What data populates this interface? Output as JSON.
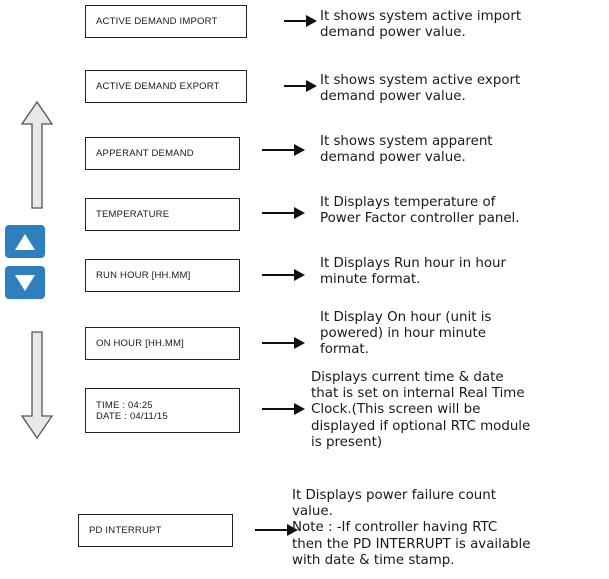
{
  "rows": [
    {
      "label": "ACTIVE  DEMAND  IMPORT",
      "desc": "It shows system active import\ndemand power value."
    },
    {
      "label": "ACTIVE  DEMAND  EXPORT",
      "desc": "It shows system active export\ndemand power value."
    },
    {
      "label": "APPERANT  DEMAND",
      "desc": "It shows system apparent\ndemand power value."
    },
    {
      "label": "TEMPERATURE",
      "desc": "It Displays temperature of\nPower Factor controller panel."
    },
    {
      "label": "RUN  HOUR [HH.MM]",
      "desc": "It Displays Run hour in hour\nminute format."
    },
    {
      "label": "ON  HOUR [HH.MM]",
      "desc": "It Display On hour (unit is\npowered) in hour minute\nformat."
    },
    {
      "label_line1": "TIME : 04:25",
      "label_line2": "DATE : 04/11/15",
      "desc": "Displays current time & date\nthat is set on internal Real Time\nClock.(This screen will be\ndisplayed if optional RTC module\nis present)"
    },
    {
      "label": "PD INTERRUPT",
      "desc": "It Displays power failure count\nvalue.\nNote : -If controller having RTC\nthen the PD INTERRUPT is available\nwith date & time stamp."
    }
  ],
  "colors": {
    "button": "#2f7fbf",
    "arrow_outline": "#555555",
    "arrow_fill": "#e8e8e8"
  },
  "icons": {
    "up_button": "up-triangle-icon",
    "down_button": "down-triangle-icon"
  }
}
